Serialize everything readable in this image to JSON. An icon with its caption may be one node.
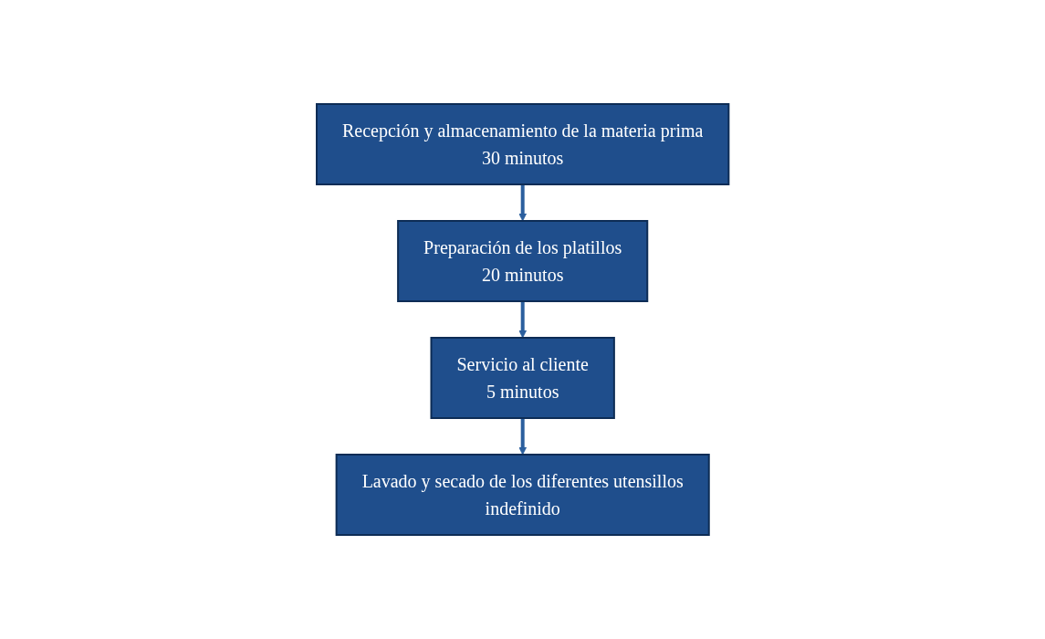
{
  "diagram": {
    "nodes": [
      {
        "text": [
          "Recepción y almacenamiento de la materia prima",
          "30 minutos"
        ]
      },
      {
        "text": [
          "Preparación de los platillos",
          "20 minutos"
        ]
      },
      {
        "text": [
          "Servicio al cliente",
          "5 minutos"
        ]
      },
      {
        "text": [
          "Lavado y secado de los diferentes utensillos",
          "indefinido"
        ]
      }
    ],
    "edges": [
      {
        "from": 0,
        "to": 1,
        "arrow": "to"
      },
      {
        "from": 1,
        "to": 2,
        "arrow": "to"
      },
      {
        "from": 2,
        "to": 3,
        "arrow": "to"
      }
    ]
  }
}
